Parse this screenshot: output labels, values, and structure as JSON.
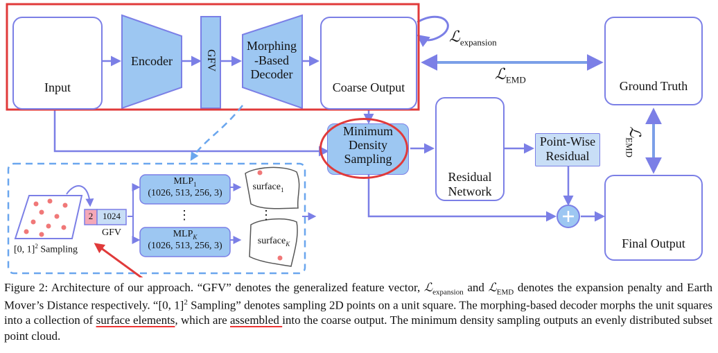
{
  "diagram": {
    "input_label": "Input",
    "encoder_label": "Encoder",
    "gfv_label": "GFV",
    "decoder_label_lines": [
      "Morphing",
      "-Based",
      "Decoder"
    ],
    "coarse_output_label": "Coarse Output",
    "ground_truth_label": "Ground Truth",
    "final_output_label": "Final Output",
    "mds_label_lines": [
      "Minimum",
      "Density",
      "Sampling"
    ],
    "residual_network_lines": [
      "Residual",
      "Network"
    ],
    "pointwise_residual_lines": [
      "Point-Wise",
      "Residual"
    ],
    "loss_expansion_base": "ℒ",
    "loss_expansion_sub": "expansion",
    "loss_emd_base": "ℒ",
    "loss_emd_sub": "EMD",
    "sampling_label": "[0, 1]",
    "sampling_sup": "2",
    "sampling_suffix": " Sampling",
    "vec_dim_a": "2",
    "vec_dim_b": "1024",
    "vec_label": "GFV",
    "mlp1_name": "MLP",
    "mlp1_sub": "1",
    "mlp1_dims": "(1026, 513, 256, 3)",
    "mlpk_name": "MLP",
    "mlpk_sub": "K",
    "mlpk_dims": "(1026, 513, 256, 3)",
    "surface1_name": "surface",
    "surface1_sub": "1",
    "surfacek_name": "surface",
    "surfacek_sub": "K",
    "vdots": "⋮",
    "colors": {
      "accent": "#7b7fe6",
      "fill_blue": "#9dc7f2",
      "highlight_red": "#e03a3a",
      "dashed_blue": "#6aa6ee",
      "sample_dot": "#f07878"
    }
  },
  "caption": {
    "prefix": "Figure 2: Architecture of our approach. “GFV” denotes the generalized feature vector, ",
    "l1": "ℒ",
    "l1_sub": "expansion",
    "mid1": " and ",
    "l2": "ℒ",
    "l2_sub": "EMD",
    "mid2": " denotes the expansion penalty and Earth Mover’s Distance respectively. “[0, 1]",
    "sup2": "2",
    "mid3": " Sampling” denotes sampling 2D points on a unit square. The morphing-based decoder morphs the unit squares into a collection of ",
    "u1": "surface elements",
    "mid4": ", which are ",
    "u2": "assembled ",
    "mid5": "into the coarse output. The minimum density sampling outputs an evenly distributed subset point cloud."
  }
}
